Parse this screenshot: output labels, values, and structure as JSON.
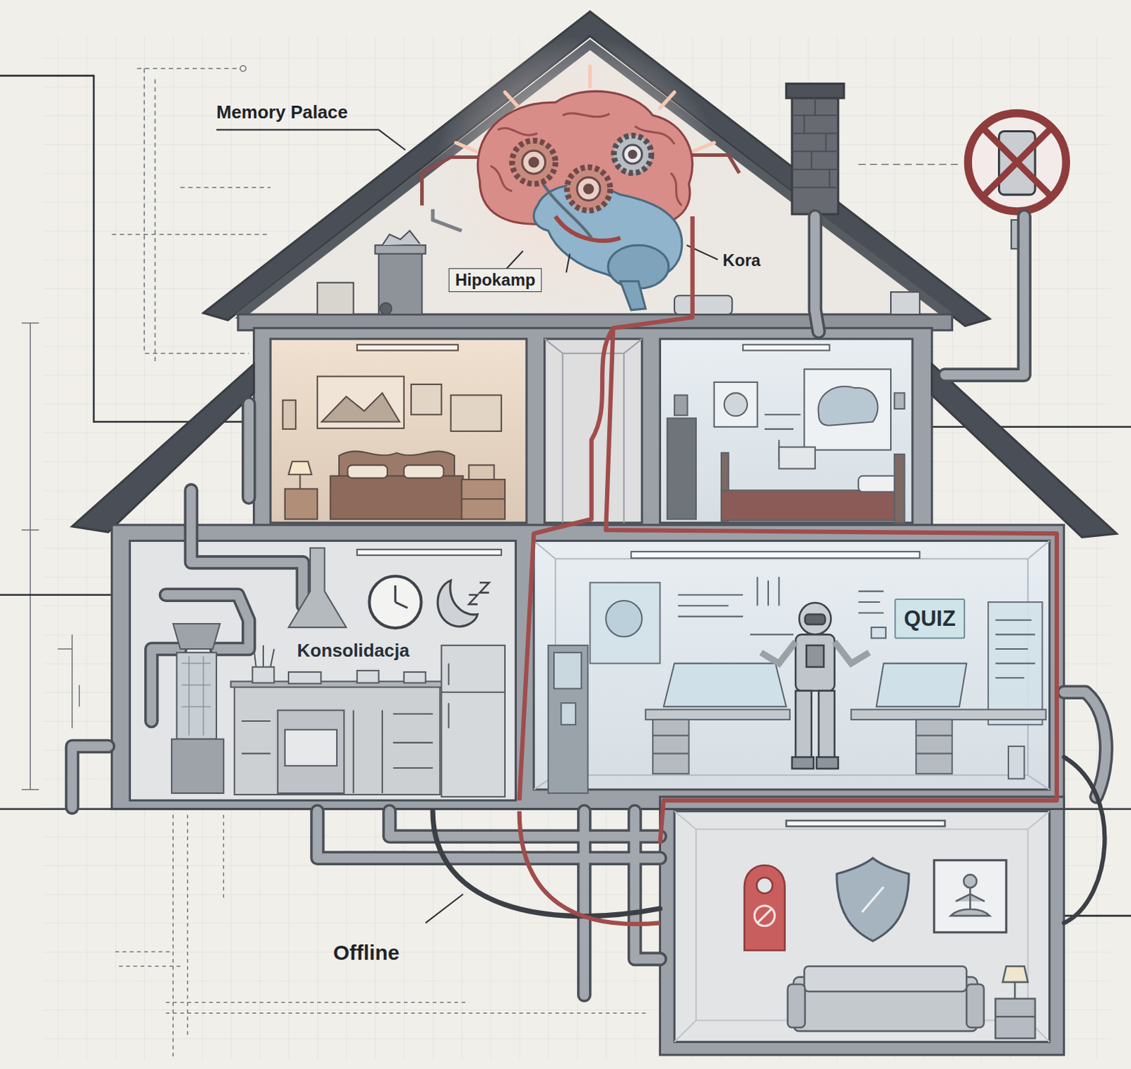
{
  "diagram": {
    "nodes": [
      {
        "text": [
          "Konsolidacja"
        ]
      },
      {
        "text": [
          "QUIZ"
        ]
      }
    ],
    "labels": [
      "Memory Palace",
      "Hipokamp",
      "Kora",
      "Offline"
    ]
  }
}
